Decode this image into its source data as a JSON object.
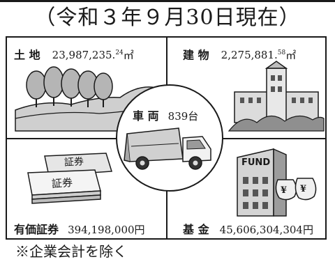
{
  "title": "（令和３年９月30日現在）",
  "land": {
    "label": "土 地",
    "value": "23,987,235.",
    "decimal": "24",
    "unit": "㎡"
  },
  "building": {
    "label": "建 物",
    "value": "2,275,881.",
    "decimal": "58",
    "unit": "㎡"
  },
  "vehicle": {
    "label": "車 両",
    "value": "839台"
  },
  "securities": {
    "label": "有価証券",
    "value": "394,198,000円",
    "card_text": "証券"
  },
  "fund": {
    "label": "基 金",
    "value": "45,606,304,304円",
    "sign": "FUND",
    "coin": "¥"
  },
  "note": "※企業会計を除く"
}
